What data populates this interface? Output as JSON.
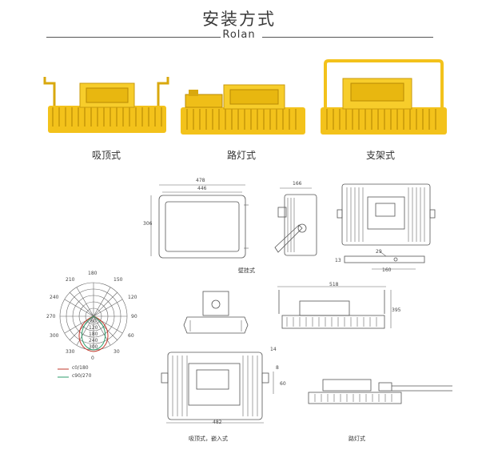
{
  "header": {
    "title": "安装方式",
    "subtitle": "Rolan"
  },
  "photos": [
    {
      "caption": "吸顶式"
    },
    {
      "caption": "路灯式"
    },
    {
      "caption": "支架式"
    }
  ],
  "drawings": {
    "front": {
      "width_outer": "478",
      "width_inner": "446",
      "height": "306"
    },
    "side": {
      "depth": "166"
    },
    "mount_caption": "壁挂式",
    "bracket": {
      "d1": "29",
      "d2": "13",
      "d3": "160"
    },
    "mid": {
      "width": "518",
      "height": "395"
    },
    "bottom": {
      "width": "482",
      "edge": "14",
      "d1": "8",
      "d2": "60"
    },
    "caption_ceiling": "吸顶式，嵌入式",
    "caption_street": "路灯式"
  },
  "polar": {
    "angles_top": [
      "180",
      "210",
      "150"
    ],
    "angles_left": [
      "240",
      "270",
      "300",
      "330"
    ],
    "angles_right": [
      "120",
      "90",
      "60",
      "30"
    ],
    "angle_bottom": "0",
    "radial": [
      "60",
      "120",
      "180",
      "240",
      "300"
    ],
    "legend": [
      {
        "label": "c0/180",
        "color": "#c0392b"
      },
      {
        "label": "c90/270",
        "color": "#2e9e6b"
      }
    ]
  },
  "colors": {
    "lamp_yellow": "#f3c21b",
    "lamp_dark": "#c99a0c"
  }
}
